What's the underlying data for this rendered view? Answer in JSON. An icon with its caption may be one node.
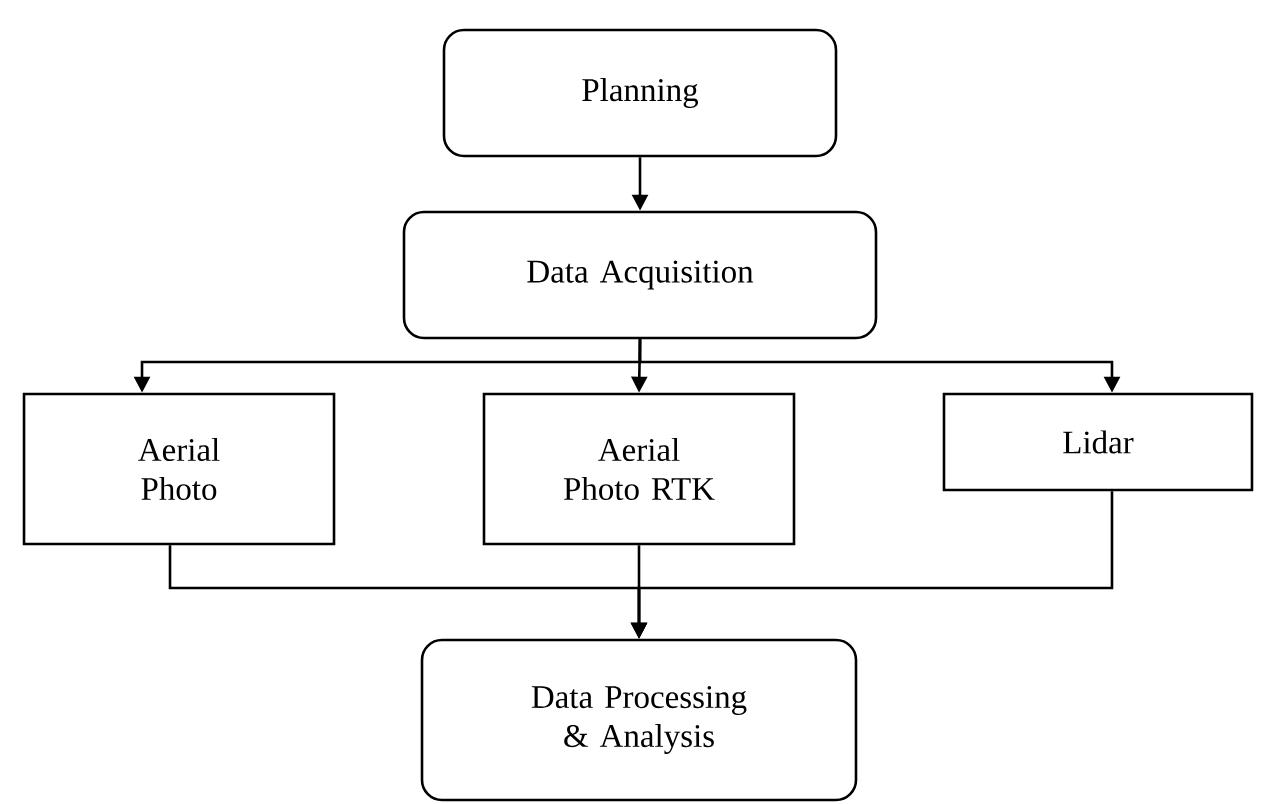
{
  "diagram": {
    "nodes": [
      {
        "text": [
          "Planning"
        ]
      },
      {
        "text": [
          "Data Acquisition"
        ]
      },
      {
        "text": [
          "Aerial Photo"
        ]
      },
      {
        "text": [
          "Aerial Photo RTK"
        ]
      },
      {
        "text": [
          "Lidar"
        ]
      },
      {
        "text": [
          "Data Processing & Analysis"
        ]
      }
    ],
    "edges": [
      {
        "from": 0,
        "to": 1,
        "arrow": "to"
      },
      {
        "from": 1,
        "to": 2,
        "arrow": "to"
      },
      {
        "from": 1,
        "to": 3,
        "arrow": "to"
      },
      {
        "from": 1,
        "to": 4,
        "arrow": "to"
      },
      {
        "from": 2,
        "to": 5,
        "arrow": "to"
      },
      {
        "from": 3,
        "to": 5,
        "arrow": "to"
      },
      {
        "from": 4,
        "to": 5,
        "arrow": "to"
      }
    ]
  }
}
